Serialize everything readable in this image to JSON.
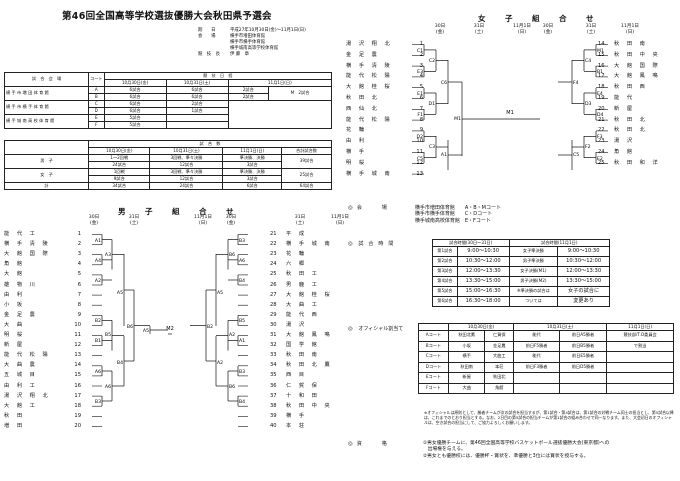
{
  "title": "第46回全国高等学校選抜優勝大会秋田県予選会",
  "meta": [
    {
      "k": "期　　日",
      "v": "平成27年10月30日(金)～11月1日(日)"
    },
    {
      "k": "会　　場",
      "v": "横手市増田体育館"
    },
    {
      "k": "",
      "v": "横手市横手体育館"
    },
    {
      "k": "",
      "v": "横手城南高等学校体育館"
    },
    {
      "k": "競　技　長",
      "v": "伊 藤　章"
    }
  ],
  "venue_table": {
    "head1": [
      "試　合　会　場",
      "コート",
      "競　技　日　程"
    ],
    "head2": [
      "10月30日(金)",
      "10月31日(土)",
      "11月1日(日)"
    ],
    "venues": [
      "横 手 市 増 田 体 育 館",
      "横 手 市 横 手 体 育 館",
      "横 手 城 南 高 校 体 育 館"
    ],
    "courts": [
      "A",
      "B",
      "C",
      "D",
      "E",
      "F"
    ],
    "d30": [
      "6試合",
      "6試合",
      "6試合",
      "6試合",
      "5試合",
      "5試合"
    ],
    "d31": [
      "6試合",
      "6試合",
      "2試合",
      "1試合",
      "",
      ""
    ],
    "d1a": "2試合",
    "d1b": "2試合",
    "mcourt": "M",
    "d1m": "2試合"
  },
  "count_table": {
    "head1": "試　合　数",
    "head2": [
      "10月30日(金)",
      "10月31日(土)",
      "11月1日(日)",
      "合計試合数"
    ],
    "boys_label": "男　子",
    "girls_label": "女　子",
    "total_label": "計",
    "boys": [
      [
        "1～2回戦",
        "3回戦、準々決勝",
        "準決勝、決勝",
        "39試合"
      ],
      [
        "24試合",
        "12試合",
        "3試合",
        ""
      ]
    ],
    "girls": [
      [
        "1回戦",
        "3回戦、準々決勝",
        "準決勝、決勝",
        "25試合"
      ],
      [
        "9試合",
        "12試合",
        "3試合",
        ""
      ]
    ],
    "total": [
      "34試合",
      "24試合",
      "6試合",
      "64試合"
    ]
  },
  "boys_title": "男　子　組　合　せ",
  "girls_title": "女　子　組　合　せ",
  "day_headers": [
    "30日",
    "(金)",
    "31日",
    "(土)",
    "11月1日",
    "(日)"
  ],
  "boys_left": [
    {
      "name": "能 代 工",
      "seed": "1"
    },
    {
      "name": "横 手 清 陵",
      "seed": "2"
    },
    {
      "name": "大 館 国 際",
      "seed": "3"
    },
    {
      "name": "角 館",
      "seed": "4"
    },
    {
      "name": "大 館",
      "seed": "5"
    },
    {
      "name": "雄 物 川",
      "seed": "6"
    },
    {
      "name": "由 利",
      "seed": "7"
    },
    {
      "name": "小 坂",
      "seed": "8"
    },
    {
      "name": "金 足 農",
      "seed": "9"
    },
    {
      "name": "大 曲",
      "seed": "10"
    },
    {
      "name": "明 桜",
      "seed": "11"
    },
    {
      "name": "新 屋",
      "seed": "12"
    },
    {
      "name": "能 代 松 陽",
      "seed": "13"
    },
    {
      "name": "大 曲 農",
      "seed": "14"
    },
    {
      "name": "五 城 目",
      "seed": "15"
    },
    {
      "name": "由 利 工",
      "seed": "16"
    },
    {
      "name": "湯 沢 翔 北",
      "seed": "17"
    },
    {
      "name": "大 館 工",
      "seed": "18"
    },
    {
      "name": "秋 田",
      "seed": "19"
    },
    {
      "name": "増 田",
      "seed": "20"
    }
  ],
  "boys_right": [
    {
      "name": "平 成",
      "seed": "21"
    },
    {
      "name": "横 手 城 南",
      "seed": "22"
    },
    {
      "name": "花 輪",
      "seed": "23"
    },
    {
      "name": "六 郷",
      "seed": "24"
    },
    {
      "name": "秋 田 工",
      "seed": "25"
    },
    {
      "name": "男 鹿 工",
      "seed": "26"
    },
    {
      "name": "大 館 桂 桜",
      "seed": "27"
    },
    {
      "name": "大 曲 工",
      "seed": "28"
    },
    {
      "name": "能 代 西",
      "seed": "29"
    },
    {
      "name": "湯 沢",
      "seed": "30"
    },
    {
      "name": "大 館 鳳 鳴",
      "seed": "31"
    },
    {
      "name": "国 学 館",
      "seed": "32"
    },
    {
      "name": "秋 田 南",
      "seed": "33"
    },
    {
      "name": "秋 田 北 鷹",
      "seed": "34"
    },
    {
      "name": "西 目",
      "seed": "35"
    },
    {
      "name": "仁 賀 保",
      "seed": "36"
    },
    {
      "name": "十 和 田",
      "seed": "37"
    },
    {
      "name": "秋 田 中 央",
      "seed": "38"
    },
    {
      "name": "横 手",
      "seed": "39"
    },
    {
      "name": "本 荘",
      "seed": "40"
    }
  ],
  "boys_codes": [
    "A1",
    "A4",
    "A2",
    "A3",
    "A5",
    "B2",
    "B1",
    "B5",
    "A6",
    "B3",
    "A6",
    "B4",
    "B6",
    "A5",
    "B5",
    "A1",
    "A2",
    "B3",
    "B4",
    "B6",
    "A2",
    "B2",
    "M2"
  ],
  "girls_left": [
    {
      "name": "湯 沢 翔 北",
      "seed": "1"
    },
    {
      "name": "金 足 農",
      "seed": "2"
    },
    {
      "name": "横 手 清 陵",
      "seed": "3"
    },
    {
      "name": "能 代 松 陽",
      "seed": "4"
    },
    {
      "name": "大 館 桂 桜",
      "seed": "5"
    },
    {
      "name": "秋 田 北",
      "seed": "6"
    },
    {
      "name": "西 仙 北",
      "seed": "7"
    },
    {
      "name": "能 代 松 陽",
      "seed": "8"
    },
    {
      "name": "花 輪",
      "seed": "9"
    },
    {
      "name": "由 利",
      "seed": "10"
    },
    {
      "name": "横 手",
      "seed": "11"
    },
    {
      "name": "明 桜",
      "seed": "12"
    },
    {
      "name": "横 手 城 南",
      "seed": "13"
    }
  ],
  "girls_right": [
    {
      "name": "秋 田 南",
      "seed": "14"
    },
    {
      "name": "秋 田 中 央",
      "seed": "15"
    },
    {
      "name": "大 館 国 際",
      "seed": "16"
    },
    {
      "name": "大 館 鳳 鳴",
      "seed": "17"
    },
    {
      "name": "秋 田 西",
      "seed": "18"
    },
    {
      "name": "能 代",
      "seed": "19"
    },
    {
      "name": "新 屋",
      "seed": "20"
    },
    {
      "name": "秋 田 北",
      "seed": "21"
    },
    {
      "name": "秋 田 北",
      "seed": "22"
    },
    {
      "name": "湯 沢",
      "seed": "23"
    },
    {
      "name": "角 館",
      "seed": "24"
    },
    {
      "name": "秋 田 和 洋",
      "seed": "25"
    }
  ],
  "girls_codes": [
    "C1",
    "E3",
    "C2",
    "E1",
    "F1",
    "D1",
    "C6",
    "D2",
    "C5",
    "C3",
    "A1",
    "M1",
    "B1",
    "C4",
    "E4",
    "D4",
    "D3",
    "F4",
    "F3",
    "E2",
    "F2",
    "C5"
  ],
  "venue_info": {
    "label": "会　　　　場",
    "rows": [
      "横手市増田体育館　　A・B・Mコート",
      "横手市横手体育館　　C・Dコート",
      "横手城南高校体育館　E・Fコート"
    ]
  },
  "time_table": {
    "label": "試　合　時　間",
    "head": [
      "試合時間(30日～31日)",
      "試合時間(11月1日)"
    ],
    "rows": [
      [
        "第1試合",
        "9:00～10:30",
        "女子準決勝",
        "9:00～10:30"
      ],
      [
        "第2試合",
        "10:30～12:00",
        "男子準決勝",
        "10:30～12:00"
      ],
      [
        "第3試合",
        "12:00～13:30",
        "女子決勝(M1)",
        "12:00～13:30"
      ],
      [
        "第4試合",
        "13:30～15:00",
        "男子決勝(M2)",
        "13:30～15:00"
      ],
      [
        "第5試合",
        "15:00～16:30",
        "※準決勝の試合は",
        "女子の試合に"
      ],
      [
        "第6試合",
        "16:30～18:00",
        "ついては",
        "変更あり"
      ]
    ]
  },
  "official_table": {
    "label": "オフィシャル割当て",
    "head": [
      "10月30日(金)",
      "10月31日(土)",
      "11月1日(日)"
    ],
    "rows": [
      [
        "Aコート",
        "秋田北鷹",
        "仁賀保",
        "能代",
        "前日A5勝者",
        "競技部/T.O委員会"
      ],
      [
        "Bコート",
        "小坂",
        "金足農",
        "前日F5勝者",
        "前日B5勝者",
        "で割当"
      ],
      [
        "Cコート",
        "横手",
        "大曲工",
        "能代",
        "前日E5勝者",
        ""
      ],
      [
        "Dコート",
        "秋田南",
        "本荘",
        "前日F3勝者",
        "前日D5勝者",
        ""
      ],
      [
        "Eコート",
        "新屋",
        "秋田北",
        "",
        "",
        ""
      ],
      [
        "Fコート",
        "大曲",
        "角館",
        "",
        "",
        ""
      ]
    ]
  },
  "official_note": "※オフィシャルは原則として、勝者チームが次の試合を担当するが、第1試合・第4試合は、第1試合の対戦チーム同士の担当とし、第5試合以降は、これまでのとおり担当とする。なお、2日目の第5試合の担当チームが第1試合の組み合わせで同一なります。また、大会初日のオフィシャルは、空き試合の担当にして、ご協力よろしくお願いします。",
  "qual": {
    "label": "資　　　　格",
    "lines": [
      "①男女優勝チームに、第46回全国高等学校バスケットボール選抜優勝大会(東京都)への",
      "　出場権を与える。",
      "②男女とも優勝校には、優勝杯・賞状を、準優勝と3位には賞状を授与する。"
    ]
  }
}
